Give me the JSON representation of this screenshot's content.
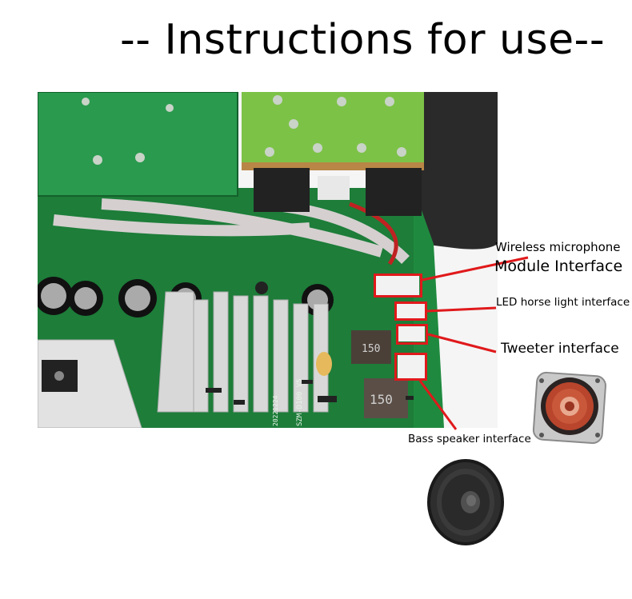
{
  "title": "-- Instructions for use--",
  "labels": {
    "wireless_line1": "Wireless microphone",
    "wireless_line2": "Module Interface",
    "led": "LED horse light interface",
    "tweeter": "Tweeter interface",
    "bass": "Bass speaker interface"
  },
  "board_text": {
    "model": "SZM-D100 V5",
    "date": "20221224",
    "inductor1": "150",
    "inductor2": "150"
  },
  "colors": {
    "pcb": "#1f8a3f",
    "highlight": "#e0191b",
    "chassis": "#2a2a2a"
  }
}
